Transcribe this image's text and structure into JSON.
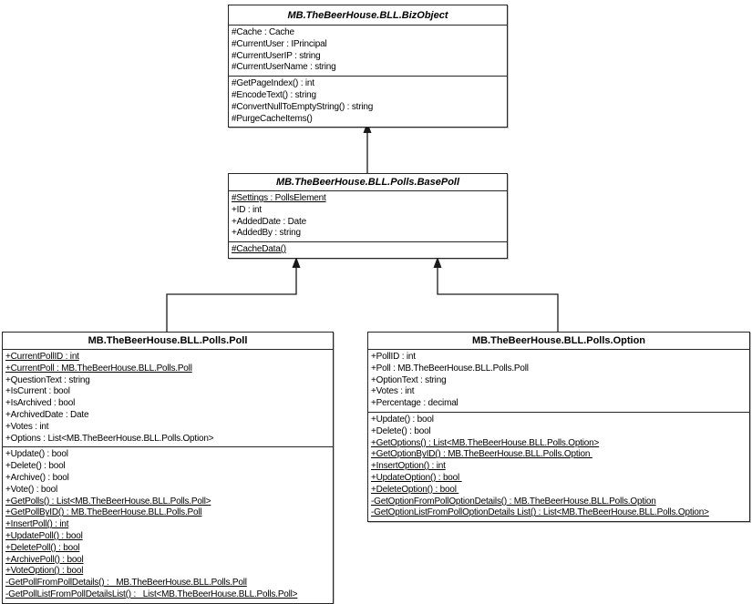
{
  "colors": {
    "background": "#ffffff",
    "line": "#1a1a1a",
    "border": "#262626",
    "text": "#000000"
  },
  "classes": [
    {
      "name": "bizobject",
      "title": "MB.TheBeerHouse.BLL.BizObject",
      "abstract": true,
      "attributes": [
        {
          "text": "#Cache : Cache",
          "static": false
        },
        {
          "text": "#CurrentUser : IPrincipal",
          "static": false
        },
        {
          "text": "#CurrentUserIP : string",
          "static": false
        },
        {
          "text": "#CurrentUserName : string",
          "static": false
        }
      ],
      "methods": [
        {
          "text": "#GetPageIndex() : int",
          "static": false
        },
        {
          "text": "#EncodeText() : string",
          "static": false
        },
        {
          "text": "#ConvertNullToEmptyString() : string",
          "static": false
        },
        {
          "text": "#PurgeCacheItems()",
          "static": false
        }
      ]
    },
    {
      "name": "basepoll",
      "title": "MB.TheBeerHouse.BLL.Polls.BasePoll",
      "abstract": true,
      "attributes": [
        {
          "text": "#Settings : PollsElement",
          "static": true
        },
        {
          "text": "+ID : int",
          "static": false
        },
        {
          "text": "+AddedDate : Date",
          "static": false
        },
        {
          "text": "+AddedBy : string",
          "static": false
        }
      ],
      "methods": [
        {
          "text": "#CacheData()",
          "static": true
        }
      ]
    },
    {
      "name": "poll",
      "title": "MB.TheBeerHouse.BLL.Polls.Poll",
      "abstract": false,
      "attributes": [
        {
          "text": "+CurrentPollID : int",
          "static": true
        },
        {
          "text": "+CurrentPoll : MB.TheBeerHouse.BLL.Polls.Poll",
          "static": true
        },
        {
          "text": "+QuestionText : string",
          "static": false
        },
        {
          "text": "+IsCurrent : bool",
          "static": false
        },
        {
          "text": "+IsArchived : bool",
          "static": false
        },
        {
          "text": "+ArchivedDate : Date",
          "static": false
        },
        {
          "text": "+Votes : int",
          "static": false
        },
        {
          "text": "+Options : List<MB.TheBeerHouse.BLL.Polls.Option>",
          "static": false
        }
      ],
      "methods": [
        {
          "text": "+Update() : bool",
          "static": false
        },
        {
          "text": "+Delete() : bool",
          "static": false
        },
        {
          "text": "+Archive() : bool",
          "static": false
        },
        {
          "text": "+Vote() : bool",
          "static": false
        },
        {
          "text": "+GetPolls() : List<MB.TheBeerHouse.BLL.Polls.Poll>",
          "static": true
        },
        {
          "text": "+GetPollByID() : MB.TheBeerHouse.BLL.Polls.Poll",
          "static": true
        },
        {
          "text": "+InsertPoll() : int",
          "static": true
        },
        {
          "text": "+UpdatePoll() : bool",
          "static": true
        },
        {
          "text": "+DeletePoll() : bool",
          "static": true
        },
        {
          "text": "+ArchivePoll() : bool",
          "static": true
        },
        {
          "text": "+VoteOption() : bool",
          "static": true
        },
        {
          "text": "-GetPollFromPollDetails() :   MB.TheBeerHouse.BLL.Polls.Poll",
          "static": true
        },
        {
          "text": "-GetPollListFromPollDetailsList() :   List<MB.TheBeerHouse.BLL.Polls.Poll>",
          "static": true
        }
      ]
    },
    {
      "name": "option",
      "title": "MB.TheBeerHouse.BLL.Polls.Option",
      "abstract": false,
      "attributes": [
        {
          "text": "+PollID : int",
          "static": false
        },
        {
          "text": "+Poll : MB.TheBeerHouse.BLL.Polls.Poll",
          "static": false
        },
        {
          "text": "+OptionText : string",
          "static": false
        },
        {
          "text": "+Votes : int",
          "static": false
        },
        {
          "text": "+Percentage : decimal",
          "static": false
        }
      ],
      "methods": [
        {
          "text": "+Update() : bool",
          "static": false
        },
        {
          "text": "+Delete() : bool",
          "static": false
        },
        {
          "text": "+GetOptions() : List<MB.TheBeerHouse.BLL.Polls.Option>",
          "static": true
        },
        {
          "text": "+GetOptionByID() : MB.TheBeerHouse.BLL.Polls.Option ",
          "static": true
        },
        {
          "text": "+InsertOption() : int",
          "static": true
        },
        {
          "text": "+UpdateOption() : bool ",
          "static": true
        },
        {
          "text": "+DeleteOption() : bool ",
          "static": true
        },
        {
          "text": "-GetOptionFromPollOptionDetails() : MB.TheBeerHouse.BLL.Polls.Option",
          "static": true
        },
        {
          "text": "-GetOptionListFromPollOptionDetails List() : List<MB.TheBeerHouse.BLL.Polls.Option>",
          "static": true
        }
      ]
    }
  ],
  "relations": [
    {
      "type": "inheritance",
      "from": "MB.TheBeerHouse.BLL.Polls.BasePoll",
      "to": "MB.TheBeerHouse.BLL.BizObject"
    },
    {
      "type": "inheritance",
      "from": "MB.TheBeerHouse.BLL.Polls.Poll",
      "to": "MB.TheBeerHouse.BLL.Polls.BasePoll"
    },
    {
      "type": "inheritance",
      "from": "MB.TheBeerHouse.BLL.Polls.Option",
      "to": "MB.TheBeerHouse.BLL.Polls.BasePoll"
    }
  ]
}
